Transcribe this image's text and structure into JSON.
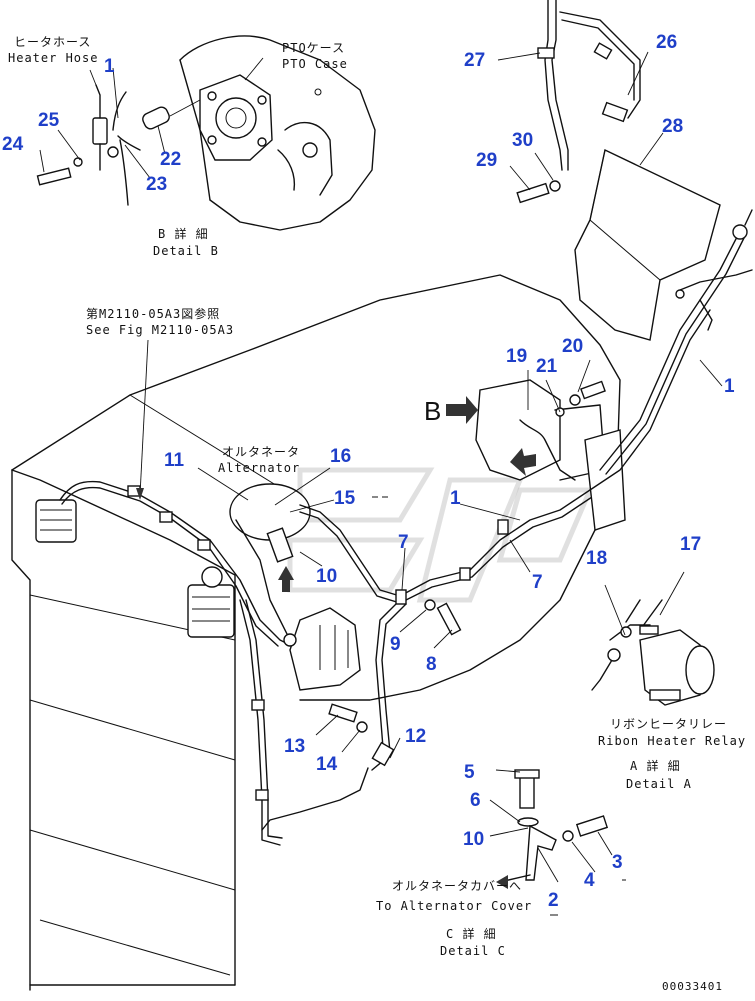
{
  "captions": {
    "heater_hose_jp": "ヒータホース",
    "heater_hose_en": "Heater Hose",
    "pto_case_jp": "PTOケース",
    "pto_case_en": "PTO Case",
    "detail_b_jp": "B 詳 細",
    "detail_b_en": "Detail B",
    "see_fig_jp": "第M2110-05A3図参照",
    "see_fig_en": "See Fig M2110-05A3",
    "alternator_jp": "オルタネータ",
    "alternator_en": "Alternator",
    "ribon_relay_jp": "リボンヒータリレー",
    "ribon_relay_en": "Ribon Heater Relay",
    "detail_a_jp": "A 詳 細",
    "detail_a_en": "Detail A",
    "alt_cover_jp": "オルタネータカバーへ",
    "alt_cover_en": "To Alternator Cover",
    "detail_c_jp": "C 詳 細",
    "detail_c_en": "Detail C",
    "view_letter_b": "B",
    "drawing_number": "00033401"
  },
  "callouts": [
    "1",
    "1",
    "1",
    "2",
    "3",
    "4",
    "5",
    "6",
    "7",
    "7",
    "8",
    "9",
    "10",
    "10",
    "11",
    "12",
    "13",
    "14",
    "15",
    "16",
    "17",
    "18",
    "19",
    "20",
    "21",
    "22",
    "23",
    "24",
    "25",
    "26",
    "27",
    "28",
    "29",
    "30"
  ],
  "colors": {
    "callout": "#1f3fc8",
    "line": "#111111",
    "watermark": "#c7c7c7"
  }
}
